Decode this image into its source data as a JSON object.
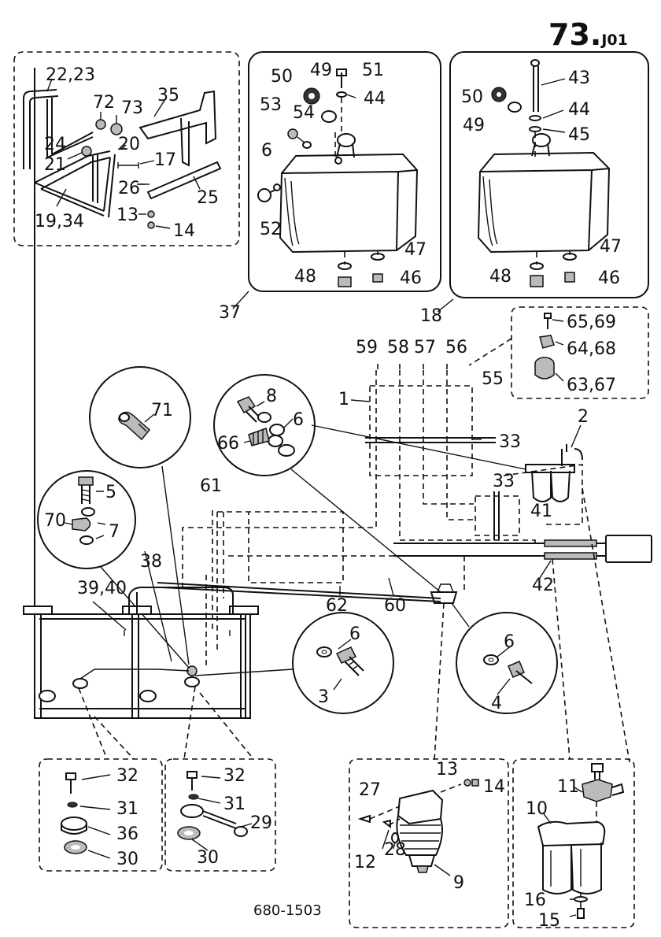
{
  "page_number": "73.",
  "page_suffix": "J01",
  "figure_code": "680-1503",
  "labels": {
    "l_22_23": "22,23",
    "l_72": "72",
    "l_73": "73",
    "l_35": "35",
    "l_24": "24",
    "l_20": "20",
    "l_21": "21",
    "l_17": "17",
    "l_26": "26",
    "l_25": "25",
    "l_19_34": "19,34",
    "l_13a": "13",
    "l_14a": "14",
    "l_50a": "50",
    "l_49a": "49",
    "l_51": "51",
    "l_53": "53",
    "l_54": "54",
    "l_44a": "44",
    "l_6a": "6",
    "l_52": "52",
    "l_47a": "47",
    "l_48a": "48",
    "l_46a": "46",
    "l_37": "37",
    "l_43": "43",
    "l_50b": "50",
    "l_44b": "44",
    "l_49b": "49",
    "l_45": "45",
    "l_47b": "47",
    "l_48b": "48",
    "l_46b": "46",
    "l_18": "18",
    "l_65_69": "65,69",
    "l_64_68": "64,68",
    "l_63_67": "63,67",
    "l_59": "59",
    "l_58": "58",
    "l_57": "57",
    "l_56": "56",
    "l_55": "55",
    "l_1": "1",
    "l_2": "2",
    "l_33a": "33",
    "l_33b": "33",
    "l_41": "41",
    "l_42": "42",
    "l_71": "71",
    "l_8": "8",
    "l_66": "66",
    "l_6b": "6",
    "l_61": "61",
    "l_5": "5",
    "l_70": "70",
    "l_7": "7",
    "l_38": "38",
    "l_39_40": "39,40",
    "l_62": "62",
    "l_60": "60",
    "l_6c": "6",
    "l_3": "3",
    "l_6d": "6",
    "l_4": "4",
    "l_32a": "32",
    "l_31a": "31",
    "l_36": "36",
    "l_30a": "30",
    "l_32b": "32",
    "l_31b": "31",
    "l_29": "29",
    "l_30b": "30",
    "l_13b": "13",
    "l_14b": "14",
    "l_27": "27",
    "l_12": "12",
    "l_28": "28",
    "l_9": "9",
    "l_11": "11",
    "l_10": "10",
    "l_16": "16",
    "l_15": "15"
  }
}
